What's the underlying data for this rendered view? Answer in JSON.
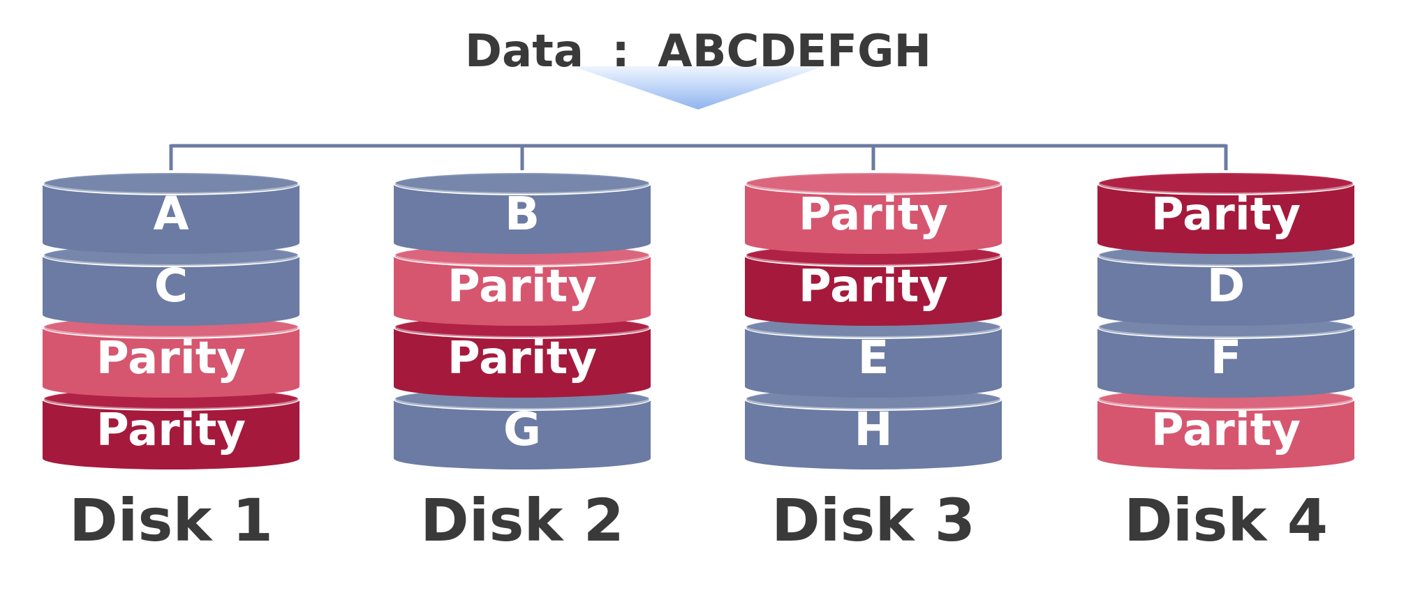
{
  "title": {
    "label": "Data",
    "separator": ":",
    "value": "ABCDEFGH"
  },
  "colors": {
    "data": "#6b7ba3",
    "data_dark": "#8593b5",
    "parity_light": "#d6566f",
    "parity_light_top": "#e0788c",
    "parity_dark": "#a51a3c",
    "parity_dark_top": "#bb2e50",
    "connector": "#6b7ba3",
    "arrow_top": "#eef5ff",
    "arrow_bottom": "#8fb4ef",
    "text": "#3a3a3a"
  },
  "disks": [
    {
      "name": "Disk 1",
      "blocks": [
        {
          "text": "A",
          "kind": "data"
        },
        {
          "text": "C",
          "kind": "data"
        },
        {
          "text": "Parity",
          "kind": "parity_light"
        },
        {
          "text": "Parity",
          "kind": "parity_dark"
        }
      ]
    },
    {
      "name": "Disk 2",
      "blocks": [
        {
          "text": "B",
          "kind": "data"
        },
        {
          "text": "Parity",
          "kind": "parity_light"
        },
        {
          "text": "Parity",
          "kind": "parity_dark"
        },
        {
          "text": "G",
          "kind": "data"
        }
      ]
    },
    {
      "name": "Disk 3",
      "blocks": [
        {
          "text": "Parity",
          "kind": "parity_light"
        },
        {
          "text": "Parity",
          "kind": "parity_dark"
        },
        {
          "text": "E",
          "kind": "data"
        },
        {
          "text": "H",
          "kind": "data"
        }
      ]
    },
    {
      "name": "Disk 4",
      "blocks": [
        {
          "text": "Parity",
          "kind": "parity_dark"
        },
        {
          "text": "D",
          "kind": "data"
        },
        {
          "text": "F",
          "kind": "data"
        },
        {
          "text": "Parity",
          "kind": "parity_light"
        }
      ]
    }
  ]
}
